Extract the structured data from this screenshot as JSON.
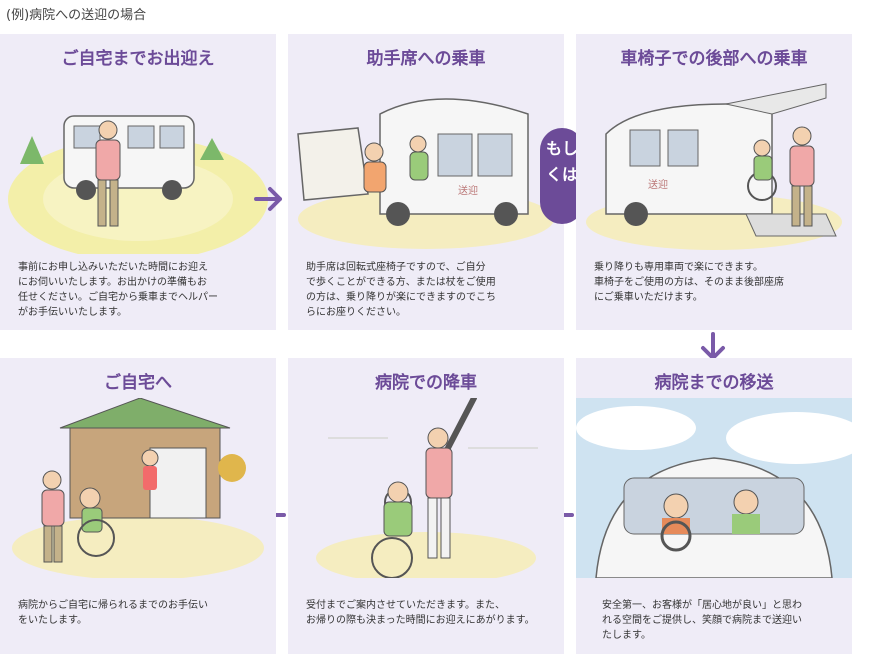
{
  "page_title": "(例)病院への送迎の場合",
  "badge_label": "もしくは",
  "panels": [
    {
      "title": "ご自宅までお出迎え",
      "lines": [
        "事前にお申し込みいただいた時間にお迎え",
        "にお伺いいたします。お出かけの準備もお",
        "任せください。ご自宅から乗車までヘルパー",
        "がお手伝いいたします。"
      ]
    },
    {
      "title": "助手席への乗車",
      "lines": [
        "助手席は回転式座椅子ですので、ご自分",
        "で歩くことができる方、または杖をご使用",
        "の方は、乗り降りが楽にできますのでこち",
        "らにお座りください。"
      ]
    },
    {
      "title": "車椅子での後部への乗車",
      "lines": [
        "乗り降りも専用車両で楽にできます。",
        "車椅子をご使用の方は、そのまま後部座席",
        "にご乗車いただけます。"
      ]
    },
    {
      "title": "病院までの移送",
      "lines": [
        "安全第一、お客様が「居心地が良い」と思わ",
        "れる空間をご提供し、笑顔で病院まで送迎い",
        "たします。"
      ]
    },
    {
      "title": "病院での降車",
      "lines": [
        "受付までご案内させていただきます。また、",
        "お帰りの際も決まった時間にお迎えにあがります。"
      ]
    },
    {
      "title": "ご自宅へ",
      "lines": [
        "病院からご自宅に帰られるまでのお手伝い",
        "をいたします。"
      ]
    }
  ],
  "car_mark": "送迎",
  "colors": {
    "accent": "#6c4b98",
    "panel_bg": "#efecf7",
    "arrow": "#7a5aa8"
  }
}
